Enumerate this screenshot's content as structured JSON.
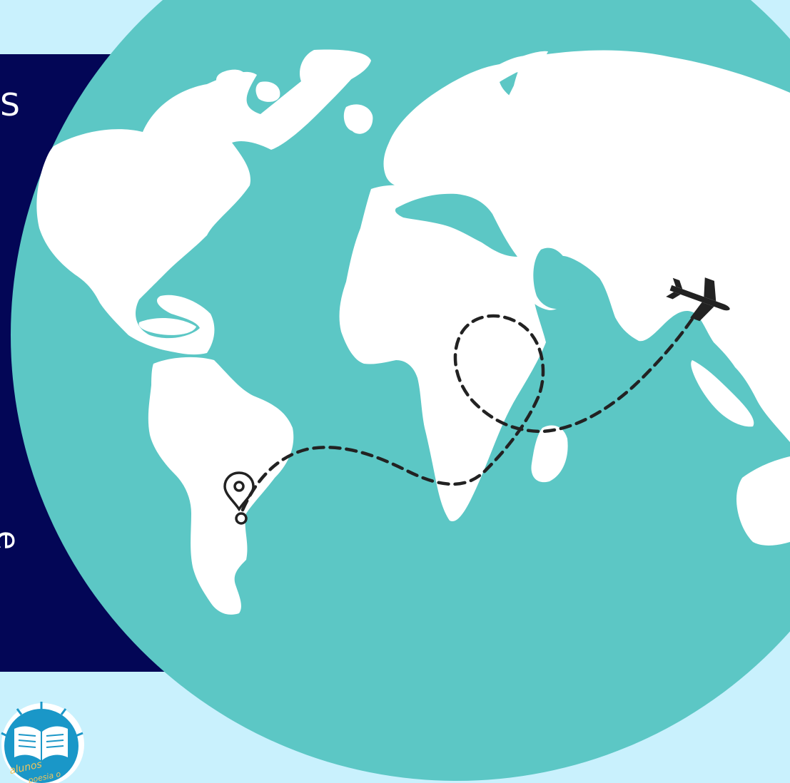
{
  "panel": {
    "top_letter": "S",
    "bottom_letter": "e"
  },
  "badge": {
    "text_top": "alunos",
    "text_bottom": "poesia o"
  },
  "icons": {
    "pin": "location-pin-icon",
    "plane": "airplane-icon",
    "book": "open-book-icon"
  },
  "colors": {
    "background": "#c9f1fd",
    "panel": "#030656",
    "ocean": "#5cc7c5",
    "land": "#ffffff",
    "route": "#222222",
    "badge": "#1a97c8"
  }
}
